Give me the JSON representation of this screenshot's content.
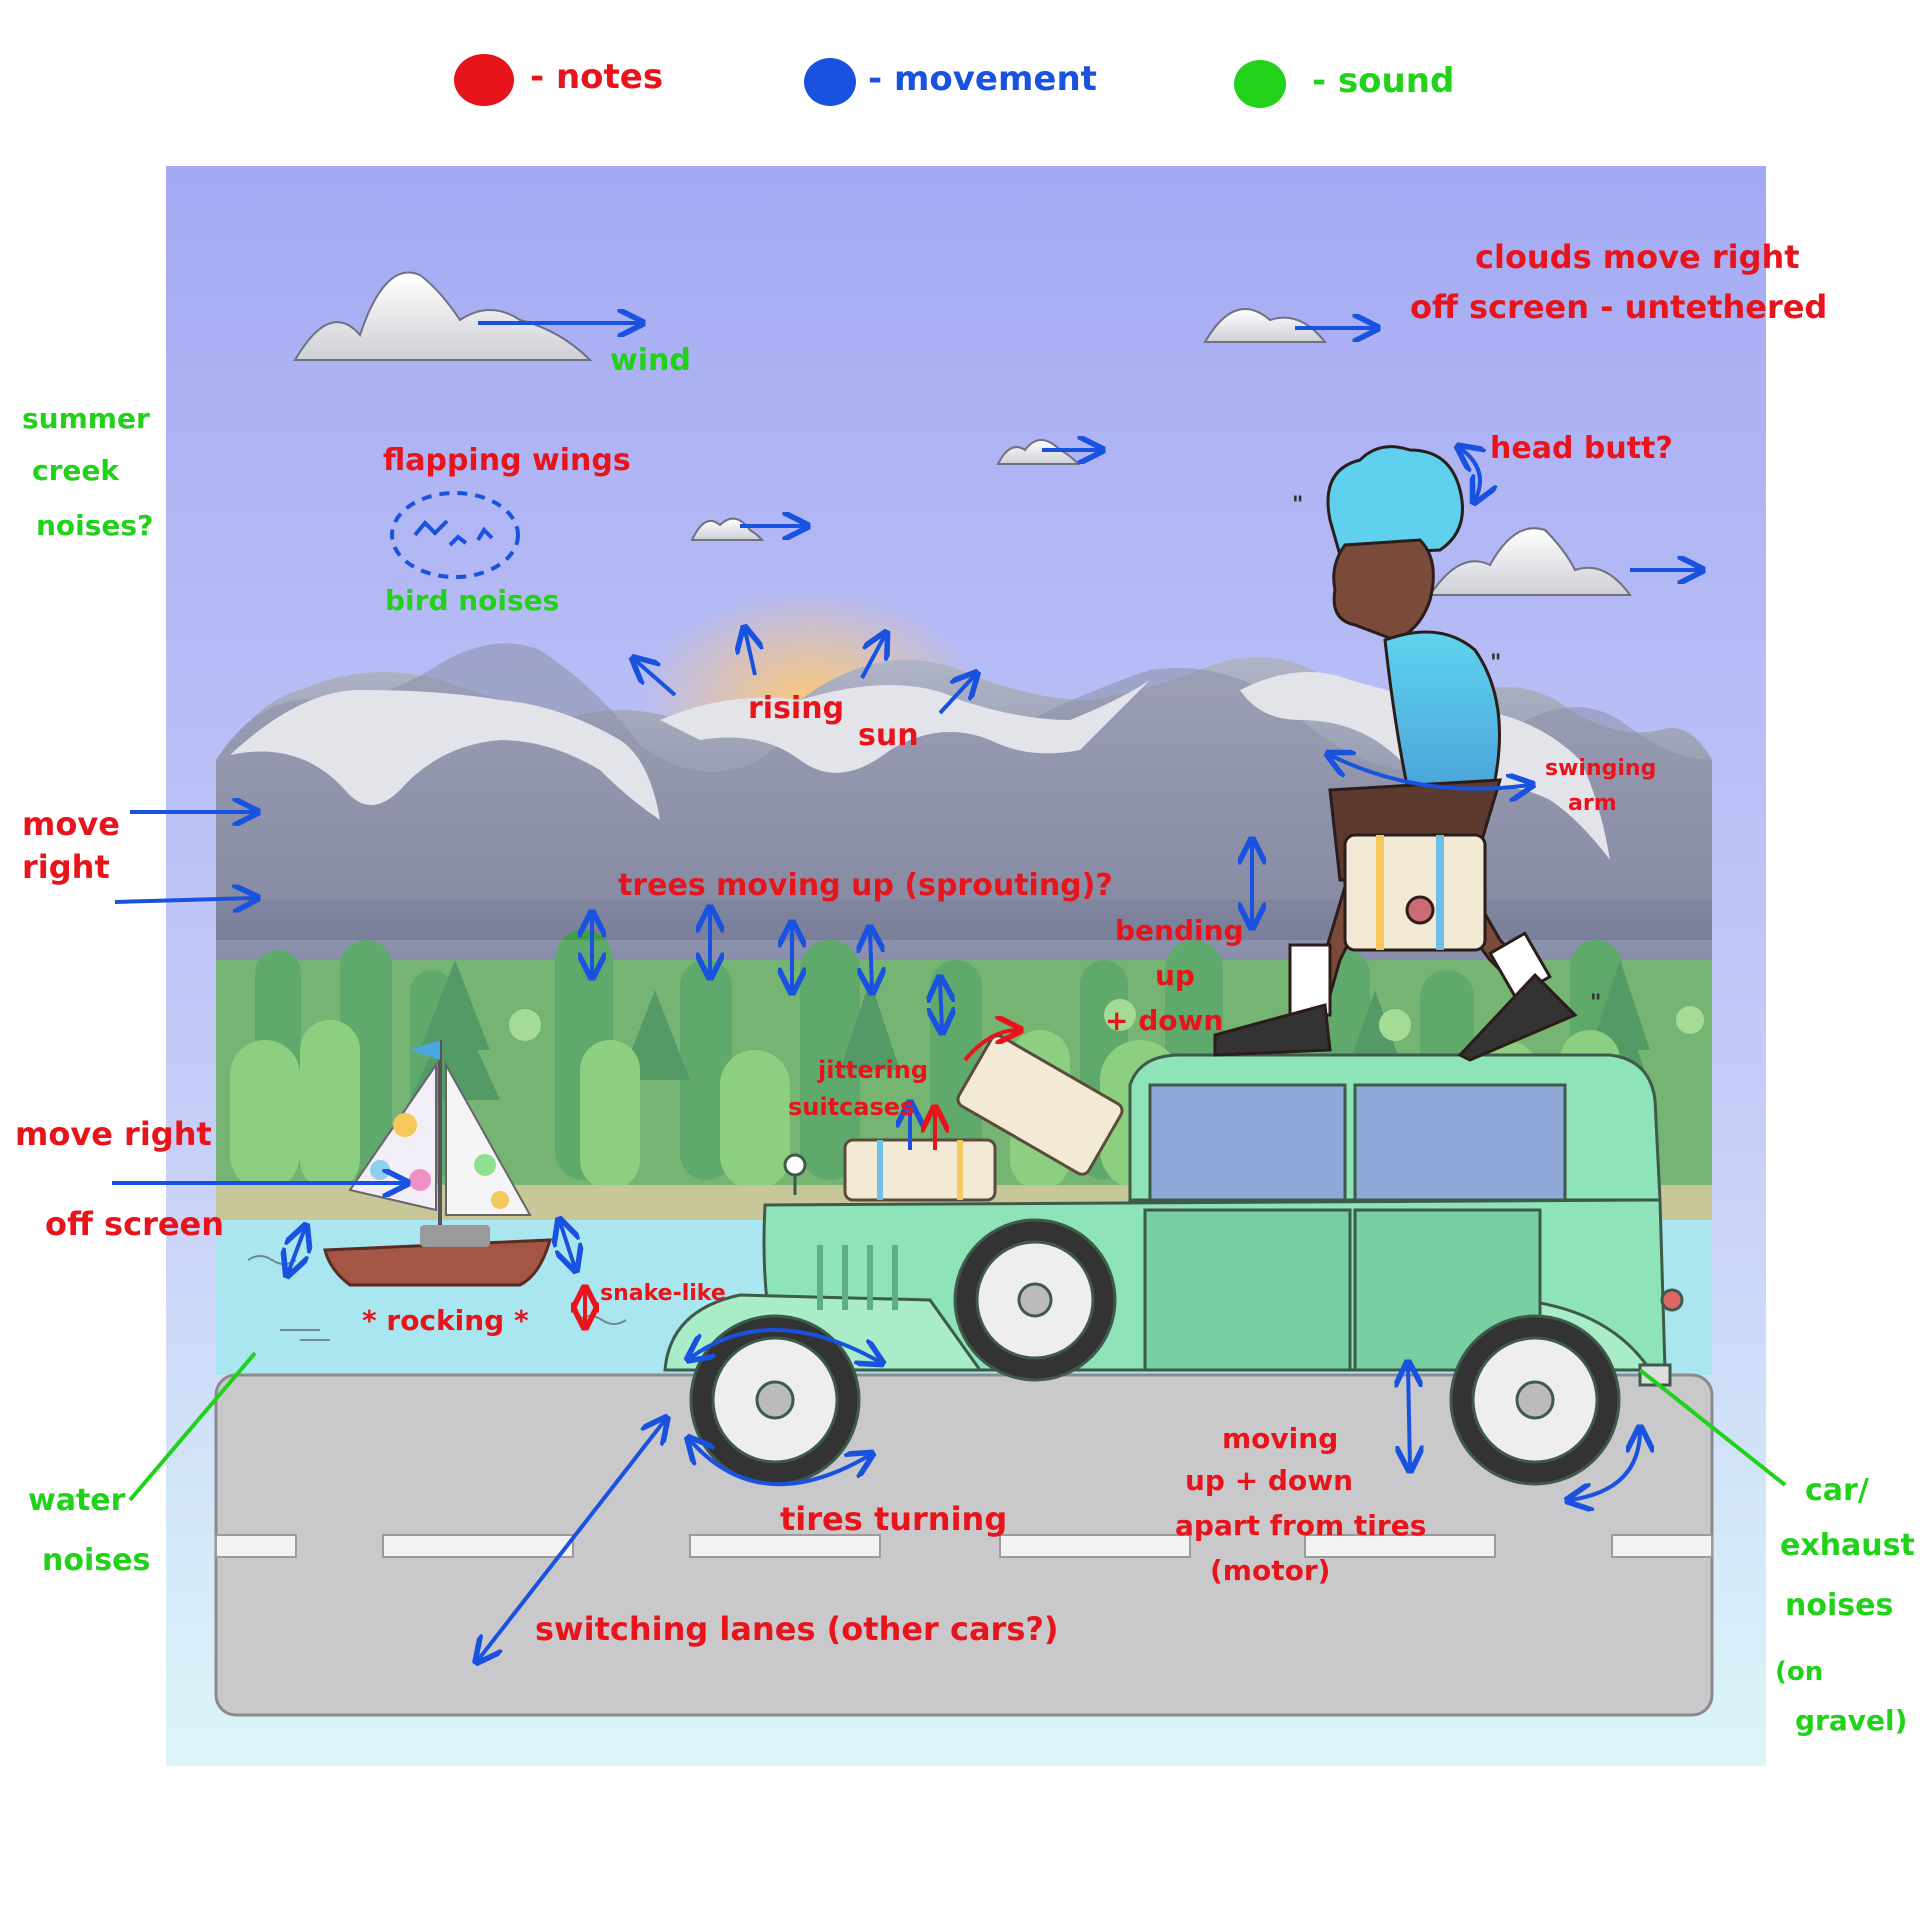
{
  "legend": {
    "notes_label": "- notes",
    "movement_label": "- movement",
    "sound_label": "- sound",
    "notes_color": "#e8141b",
    "movement_color": "#1a52e0",
    "sound_color": "#22d11a"
  },
  "annotations": {
    "clouds_line1": "clouds move right",
    "clouds_line2": "off screen - untethered",
    "wind": "wind",
    "summer_1": "summer",
    "summer_2": "creek",
    "summer_3": "noises?",
    "flapping": "flapping wings",
    "bird": "bird noises",
    "head_butt": "head butt?",
    "rising": "rising",
    "sun": "sun",
    "move_right_1": "move",
    "move_right_2": "right",
    "swinging_1": "swinging",
    "swinging_2": "arm",
    "trees": "trees moving up (sprouting)?",
    "bending_1": "bending",
    "bending_2": "up",
    "bending_3": "+ down",
    "jittering_1": "jittering",
    "jittering_2": "suitcases",
    "off_screen_1": "move right",
    "off_screen_2": "off screen",
    "rocking": "* rocking *",
    "snake": "snake-like",
    "water_1": "water",
    "water_2": "noises",
    "tires_turning": "tires turning",
    "moving_1": "moving",
    "moving_2": "up + down",
    "moving_3": "apart from tires",
    "moving_4": "(motor)",
    "car_1": "car/",
    "car_2": "exhaust",
    "car_3": "noises",
    "car_4": "(on",
    "car_5": "gravel)",
    "switching": "switching lanes (other cars?)"
  },
  "scene": {
    "sky_top": "#a6acf3",
    "sky_bottom": "#d9f4f8",
    "mountain_color": "#9ea3b9",
    "snow_color": "#e3e4ea",
    "forest_dark": "#3f9e45",
    "forest_light": "#74c45a",
    "water_color": "#a9e6ef",
    "road_color": "#c8c8ca",
    "car_color": "#8fe3b8",
    "shirt_color": "#5cc9e6",
    "hair_color": "#5fd0ee"
  }
}
